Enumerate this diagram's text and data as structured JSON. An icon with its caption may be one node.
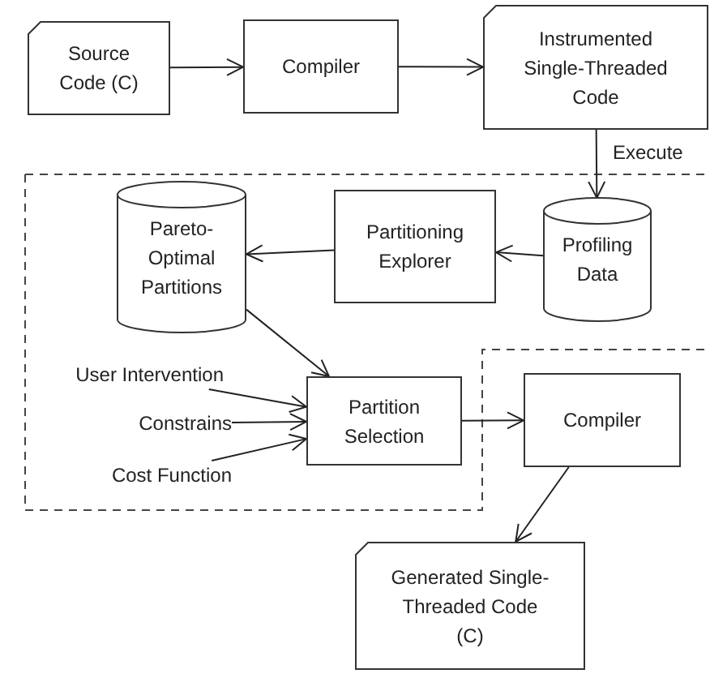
{
  "diagram": {
    "nodes": [
      {
        "text": [
          "Source Code (C)"
        ]
      },
      {
        "text": [
          "Compiler"
        ]
      },
      {
        "text": [
          "Instrumented Single-Threaded Code"
        ]
      },
      {
        "text": [
          "Profiling Data"
        ]
      },
      {
        "text": [
          "Partitioning Explorer"
        ]
      },
      {
        "text": [
          "Pareto-Optimal Partitions"
        ]
      },
      {
        "text": [
          "User Intervention"
        ]
      },
      {
        "text": [
          "Constrains"
        ]
      },
      {
        "text": [
          "Cost Function"
        ]
      },
      {
        "text": [
          "Partition Selection"
        ]
      },
      {
        "text": [
          "Compiler"
        ]
      },
      {
        "text": [
          "Generated Single-Threaded Code (C)"
        ]
      }
    ],
    "edges": [
      {
        "from": 0,
        "to": 1,
        "arrow": "to"
      },
      {
        "from": 1,
        "to": 2,
        "arrow": "to"
      },
      {
        "from": 2,
        "to": 3,
        "arrow": "to",
        "label": "Execute"
      },
      {
        "from": 3,
        "to": 4,
        "arrow": "to"
      },
      {
        "from": 4,
        "to": 5,
        "arrow": "to"
      },
      {
        "from": 5,
        "to": 9,
        "arrow": "to"
      },
      {
        "from": 6,
        "to": 9,
        "arrow": "to"
      },
      {
        "from": 7,
        "to": 9,
        "arrow": "to"
      },
      {
        "from": 8,
        "to": 9,
        "arrow": "to"
      },
      {
        "from": 9,
        "to": 10,
        "arrow": "to"
      },
      {
        "from": 10,
        "to": 11,
        "arrow": "to"
      }
    ]
  }
}
